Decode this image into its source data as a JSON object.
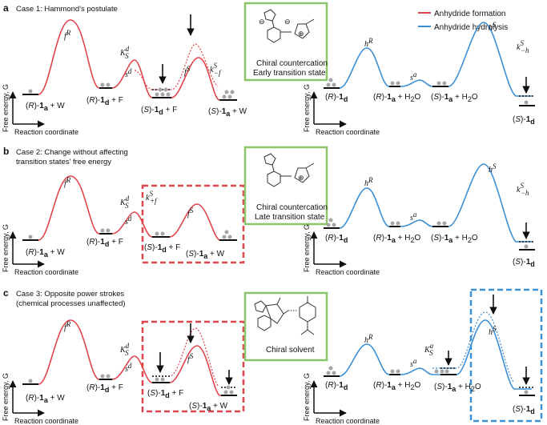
{
  "legend": {
    "formation": {
      "label": "Anhydride formation",
      "color": "#e0454b"
    },
    "hydrolysis": {
      "label": "Anhydride hydrolysis",
      "color": "#3b8fd4"
    }
  },
  "colors": {
    "green_box": "#8cc56b",
    "red_dashed": "#e0454b",
    "blue_dashed": "#3b8fd4",
    "dots": "#a5a5a5"
  },
  "axes": {
    "x": "Reaction coordinate",
    "y": "Free energy, G"
  },
  "panels": [
    {
      "letter": "a",
      "case": [
        "Case 1: Hammond's postulate"
      ],
      "box_caption": [
        "Chiral countercation",
        "Early transition state"
      ],
      "labels": {
        "rw": "(R)-1a + W",
        "rd": "(R)-1d + F",
        "sd": "(S)-1d + F",
        "sw": "(S)-1a + W",
        "rd2": "(R)-1d",
        "ra": "(R)-1a + H2O",
        "sa": "(S)-1a + H2O",
        "sd2": "(S)-1d"
      }
    },
    {
      "letter": "b",
      "case": [
        "Case 2: Change without affecting",
        "transition states' free energy"
      ],
      "box_caption": [
        "Chiral countercation",
        "Late transition state"
      ]
    },
    {
      "letter": "c",
      "case": [
        "Case 3: Opposite power strokes",
        "(chemical processes unaffected)"
      ],
      "box_caption": [
        "Chiral solvent"
      ]
    }
  ]
}
